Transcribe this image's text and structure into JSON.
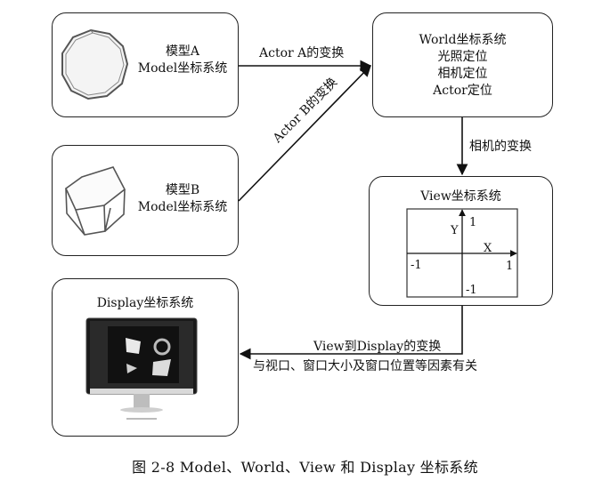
{
  "model_a": {
    "line1": "模型A",
    "line2": "Model坐标系统"
  },
  "model_b": {
    "line1": "模型B",
    "line2": "Model坐标系统"
  },
  "world": {
    "title": "World坐标系统",
    "items": [
      "光照定位",
      "相机定位",
      "Actor定位"
    ]
  },
  "view": {
    "title": "View坐标系统",
    "axis_y": "Y",
    "axis_x": "X",
    "tick_top": "1",
    "tick_right": "1",
    "tick_left": "-1",
    "tick_bottom": "-1"
  },
  "display": {
    "title": "Display坐标系统"
  },
  "edges": {
    "actor_a": "Actor A的变换",
    "actor_b": "Actor B的变换",
    "camera": "相机的变换",
    "view_to_display": "View到Display的变换",
    "view_to_display_note": "与视口、窗口大小及窗口位置等因素有关"
  },
  "caption": "图 2-8    Model、World、View 和 Display 坐标系统"
}
